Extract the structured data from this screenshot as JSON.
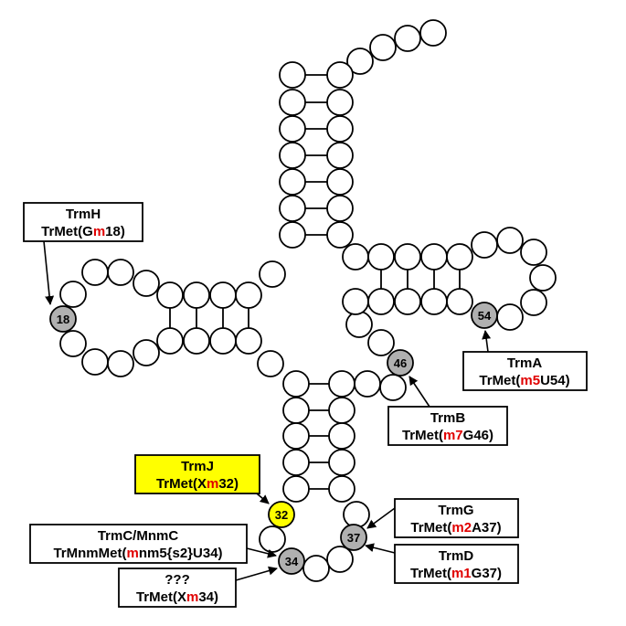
{
  "colors": {
    "modification_highlight": "#e00000",
    "modified_nucleotide": "#b0b0b0",
    "trmj_highlight": "#ffff00"
  },
  "nucleotides": {
    "n18": "18",
    "n32": "32",
    "n34": "34",
    "n37": "37",
    "n46": "46",
    "n54": "54"
  },
  "enzymes": {
    "trmh": {
      "name": "TrmH",
      "product_pre": "TrMet(G",
      "product_mod": "m",
      "product_post": "18)"
    },
    "trma": {
      "name": "TrmA",
      "product_pre": "TrMet(",
      "product_mod": "m5",
      "product_post": "U54)"
    },
    "trmb": {
      "name": "TrmB",
      "product_pre": "TrMet(",
      "product_mod": "m7",
      "product_post": "G46)"
    },
    "trmj": {
      "name": "TrmJ",
      "product_pre": "TrMet(X",
      "product_mod": "m",
      "product_post": "32)"
    },
    "trmg": {
      "name": "TrmG",
      "product_pre": "TrMet(",
      "product_mod": "m2",
      "product_post": "A37)"
    },
    "trmc": {
      "name": "TrmC/MnmC",
      "product_pre": "TrMnmMet(",
      "product_mod": "m",
      "product_post": "nm5{s2}U34)"
    },
    "trmd": {
      "name": "TrmD",
      "product_pre": "TrMet(",
      "product_mod": "m1",
      "product_post": "G37)"
    },
    "unknown": {
      "name": "???",
      "product_pre": "TrMet(X",
      "product_mod": "m",
      "product_post": "34)"
    }
  }
}
